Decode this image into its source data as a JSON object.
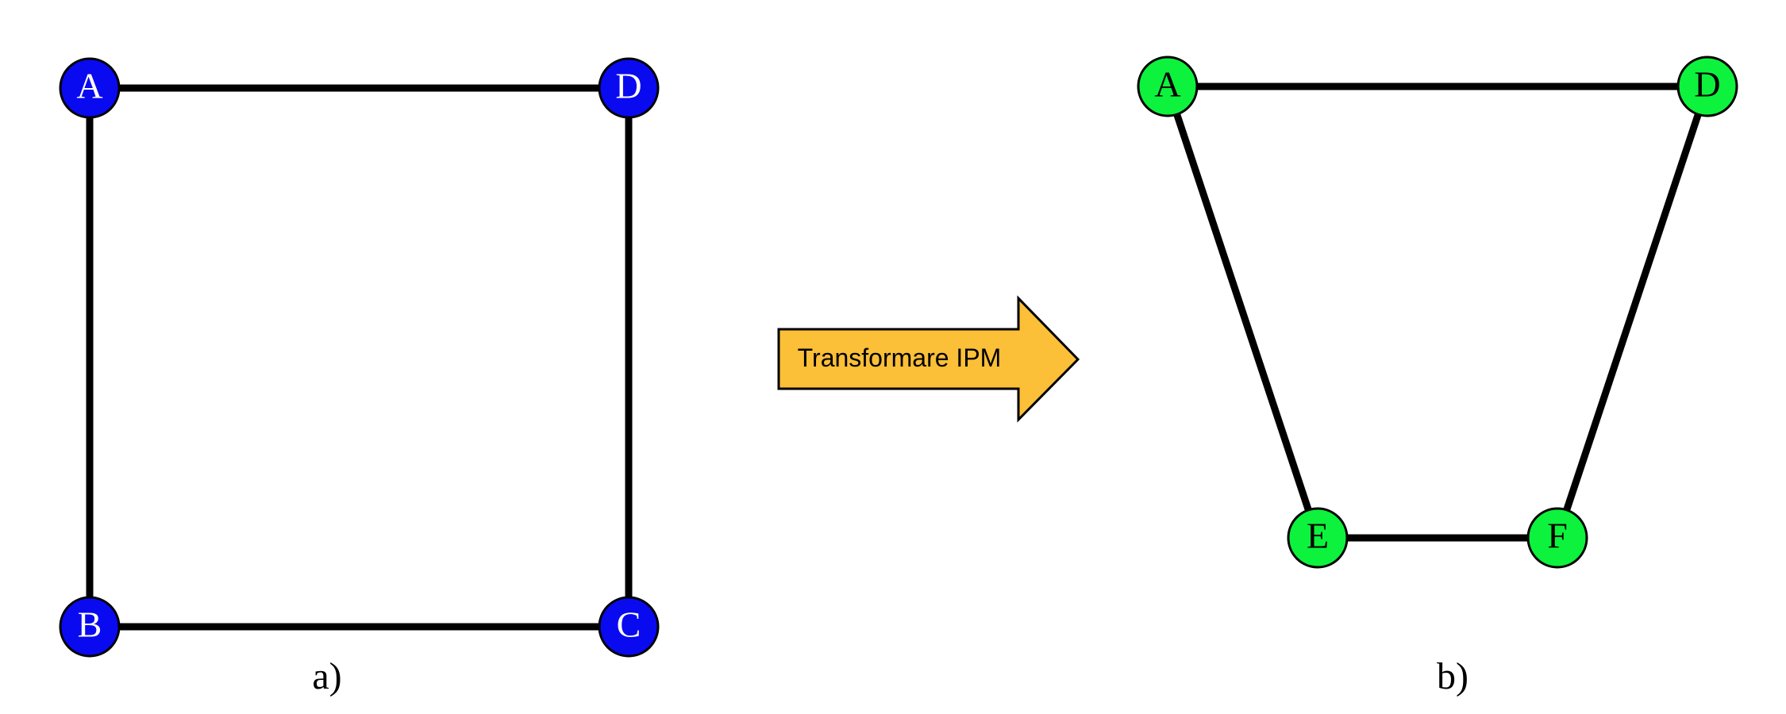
{
  "colors": {
    "left_node_fill": "#0a0af0",
    "left_node_text": "#ffffff",
    "right_node_fill": "#0df23c",
    "right_node_text": "#000000",
    "arrow_fill": "#fbbf38",
    "edge": "#000000"
  },
  "left_graph": {
    "nodes": [
      {
        "id": "A",
        "label": "A"
      },
      {
        "id": "D",
        "label": "D"
      },
      {
        "id": "B",
        "label": "B"
      },
      {
        "id": "C",
        "label": "C"
      }
    ],
    "edges": [
      [
        "A",
        "D"
      ],
      [
        "A",
        "B"
      ],
      [
        "D",
        "C"
      ],
      [
        "B",
        "C"
      ]
    ],
    "caption": "a)"
  },
  "arrow": {
    "label": "Transformare IPM"
  },
  "right_graph": {
    "nodes": [
      {
        "id": "A",
        "label": "A"
      },
      {
        "id": "D",
        "label": "D"
      },
      {
        "id": "E",
        "label": "E"
      },
      {
        "id": "F",
        "label": "F"
      }
    ],
    "edges": [
      [
        "A",
        "D"
      ],
      [
        "A",
        "E"
      ],
      [
        "D",
        "F"
      ],
      [
        "E",
        "F"
      ]
    ],
    "caption": "b)"
  }
}
